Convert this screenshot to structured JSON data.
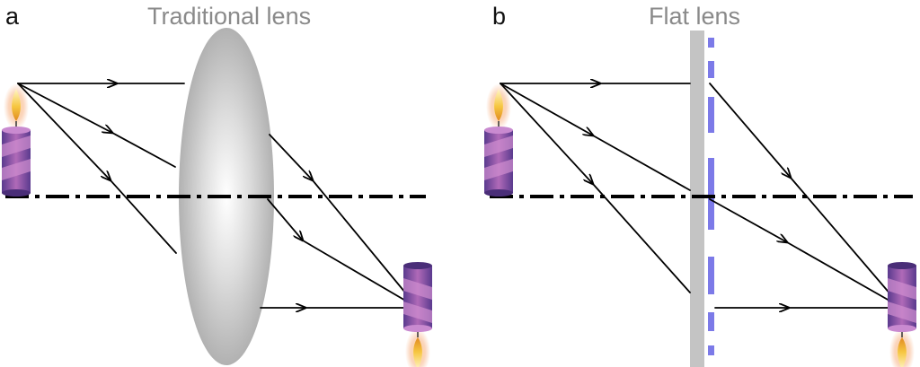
{
  "panels": {
    "a": {
      "letter": "a",
      "title": "Traditional lens"
    },
    "b": {
      "letter": "b",
      "title": "Flat lens"
    }
  },
  "colors": {
    "ray": "#000000",
    "lens_gray": "#bdbdbd",
    "metasurface": "#7c7ae8",
    "candle_purple": "#7e4ea8",
    "candle_pink": "#c77cc7",
    "flame": "#f3b731",
    "title_gray": "#8a8a8a"
  },
  "icons": [
    "candle-object-icon",
    "candle-image-inverted-icon",
    "flame-icon"
  ]
}
